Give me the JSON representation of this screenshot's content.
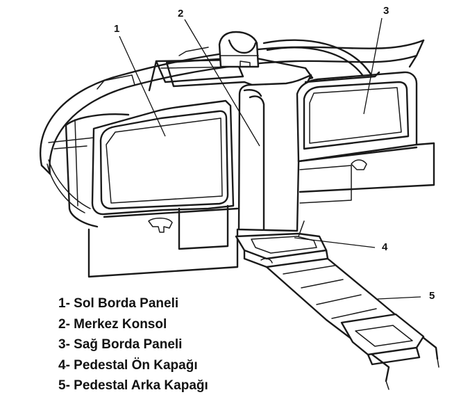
{
  "callouts": [
    {
      "id": "1",
      "label": "1"
    },
    {
      "id": "2",
      "label": "2"
    },
    {
      "id": "3",
      "label": "3"
    },
    {
      "id": "4",
      "label": "4"
    },
    {
      "id": "5",
      "label": "5"
    }
  ],
  "legend": [
    "1- Sol Borda Paneli",
    "2- Merkez Konsol",
    "3- Sağ Borda Paneli",
    "4- Pedestal Ön Kapağı",
    "5- Pedestal Arka Kapağı"
  ]
}
